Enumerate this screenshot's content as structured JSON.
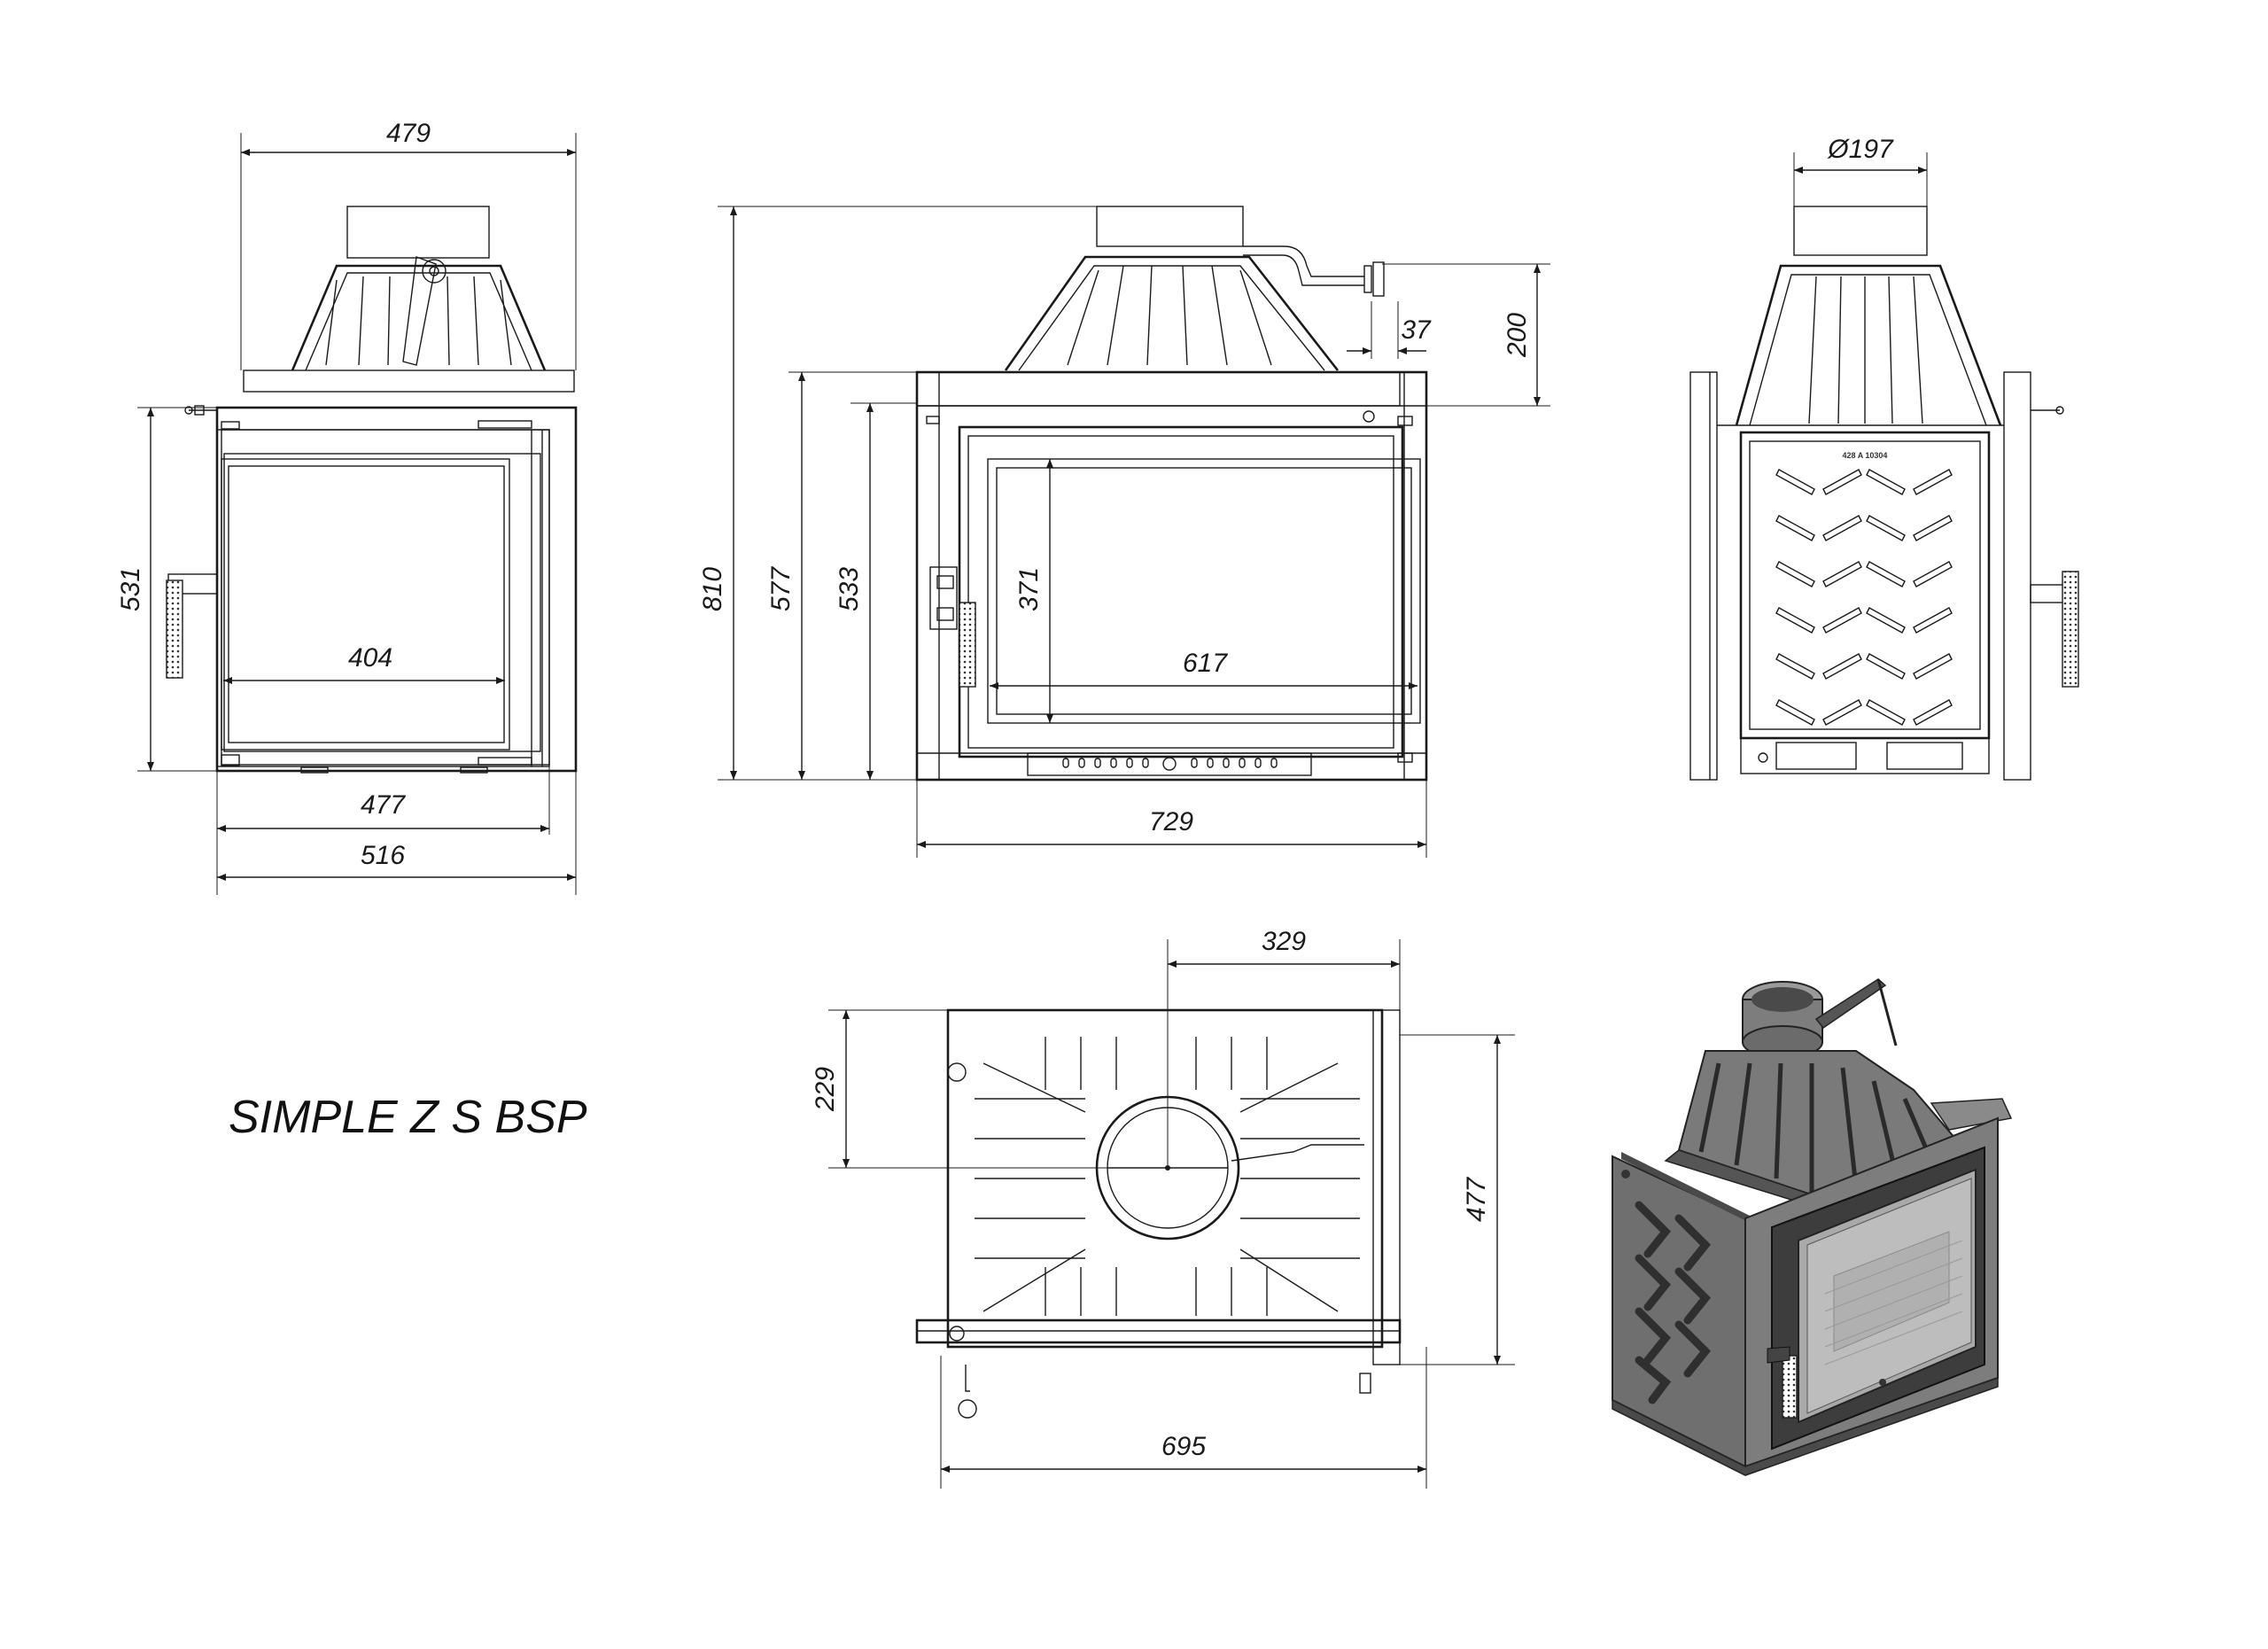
{
  "title": "SIMPLE Z S BSP",
  "plate_label": "428 A 10304",
  "dimensions": {
    "front_top_width": "479",
    "front_height": "531",
    "front_glass_width": "404",
    "front_inner_width": "477",
    "front_total_width": "516",
    "side_total_height": "810",
    "side_body_height": "577",
    "side_door_height": "533",
    "side_glass_height": "371",
    "side_glass_width": "617",
    "side_total_width": "729",
    "side_flue_offset": "37",
    "side_flue_height": "200",
    "back_flue_diameter": "Ø197",
    "top_flue_x": "329",
    "top_flue_y": "229",
    "top_depth": "477",
    "top_width": "695"
  }
}
